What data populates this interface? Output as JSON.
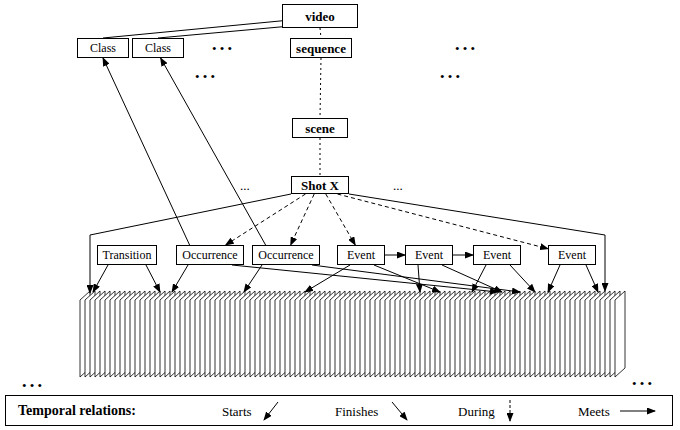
{
  "diagram": {
    "nodes": [
      {
        "text": [
          "video"
        ]
      },
      {
        "text": [
          "Class"
        ]
      },
      {
        "text": [
          "Class"
        ]
      },
      {
        "text": [
          "sequence"
        ]
      },
      {
        "text": [
          "scene"
        ]
      },
      {
        "text": [
          "Shot X"
        ]
      },
      {
        "text": [
          "Transition"
        ]
      },
      {
        "text": [
          "Occurrence"
        ]
      },
      {
        "text": [
          "Occurrence"
        ]
      },
      {
        "text": [
          "Event"
        ]
      },
      {
        "text": [
          "Event"
        ]
      },
      {
        "text": [
          "Event"
        ]
      },
      {
        "text": [
          "Event"
        ]
      }
    ],
    "edges": [
      {
        "from": 0,
        "to": 1,
        "arrow": "none"
      },
      {
        "from": 0,
        "to": 2,
        "arrow": "none"
      },
      {
        "from": 0,
        "to": 3,
        "arrow": "none"
      },
      {
        "from": 3,
        "to": 4,
        "arrow": "none"
      },
      {
        "from": 4,
        "to": 5,
        "arrow": "none"
      },
      {
        "from": 7,
        "to": 1,
        "arrow": "to"
      },
      {
        "from": 8,
        "to": 2,
        "arrow": "to"
      },
      {
        "from": 5,
        "to": 7,
        "arrow": "to"
      },
      {
        "from": 5,
        "to": 8,
        "arrow": "to"
      },
      {
        "from": 5,
        "to": 9,
        "arrow": "to"
      },
      {
        "from": 5,
        "to": 12,
        "arrow": "to"
      },
      {
        "from": 9,
        "to": 10,
        "arrow": "to"
      },
      {
        "from": 10,
        "to": 11,
        "arrow": "to"
      }
    ],
    "labels": [
      "• • •",
      "• • •",
      "• • •",
      "• • •",
      "...",
      "...",
      "• • •",
      "• • •",
      "Temporal relations:"
    ],
    "legend": [
      {
        "text": "Starts"
      },
      {
        "text": "Finishes"
      },
      {
        "text": "During"
      },
      {
        "text": "Meets"
      }
    ]
  }
}
